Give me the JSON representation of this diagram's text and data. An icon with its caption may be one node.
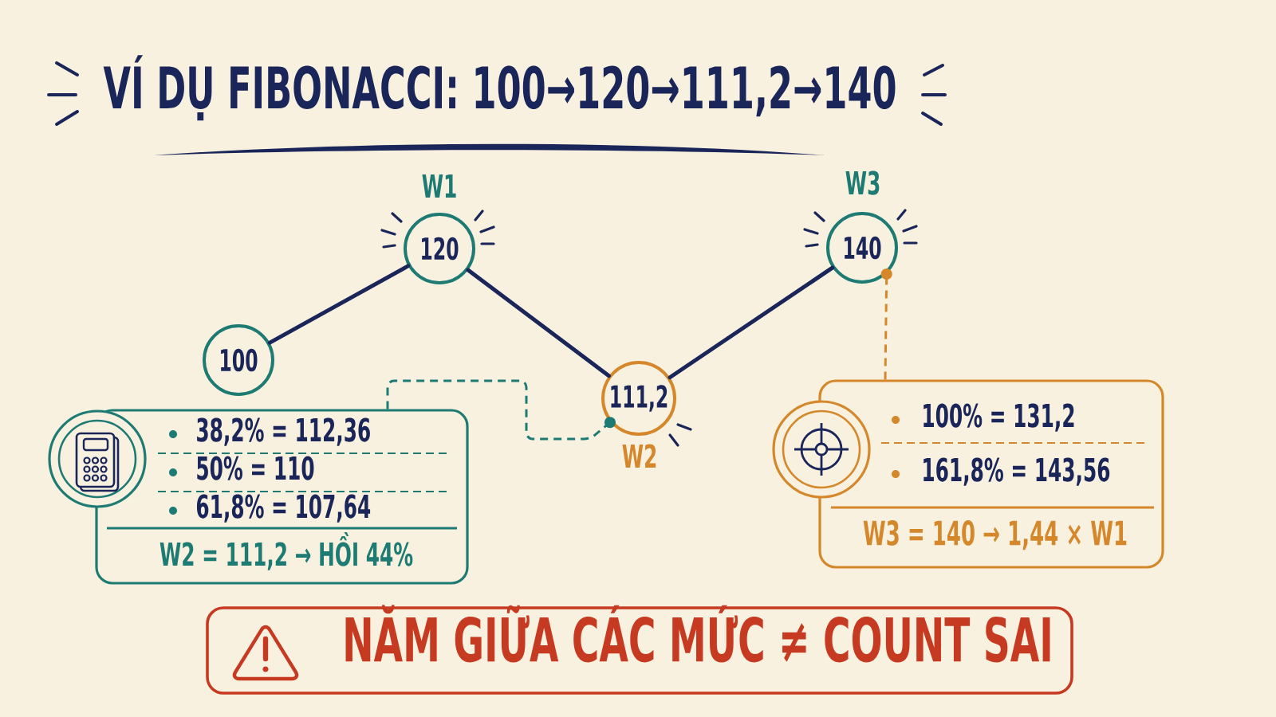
{
  "diagram": {
    "title": "VÍ DỤ FIBONACCI: 100→120→111,2→140",
    "nodes": [
      {
        "text": [
          "100"
        ]
      },
      {
        "text": [
          "120"
        ],
        "beside": [
          "W1"
        ]
      },
      {
        "text": [
          "111,2"
        ],
        "beside": [
          "W2"
        ]
      },
      {
        "text": [
          "140"
        ],
        "beside": [
          "W3"
        ]
      },
      {
        "text": [
          "38,2% = 112,36",
          "50% = 110",
          "61,8% = 107,64",
          "W2 = 111,2 → HỒI 44%"
        ]
      },
      {
        "text": [
          "100% = 131,2",
          "161,8% = 143,56",
          "W3 = 140 → 1,44 × W1"
        ]
      },
      {
        "text": [
          "NĂM GIỮA CÁC MỨC ≠ COUNT SAI"
        ]
      }
    ],
    "edges": [
      {
        "from": 0,
        "to": 1,
        "arrow": "none"
      },
      {
        "from": 1,
        "to": 2,
        "arrow": "none"
      },
      {
        "from": 2,
        "to": 3,
        "arrow": "none"
      },
      {
        "from": 4,
        "to": 2,
        "arrow": "other",
        "style": "dashed",
        "color": "#1e7b74"
      },
      {
        "from": 5,
        "to": 3,
        "arrow": "other",
        "style": "dashed",
        "color": "#d4882b"
      }
    ]
  }
}
